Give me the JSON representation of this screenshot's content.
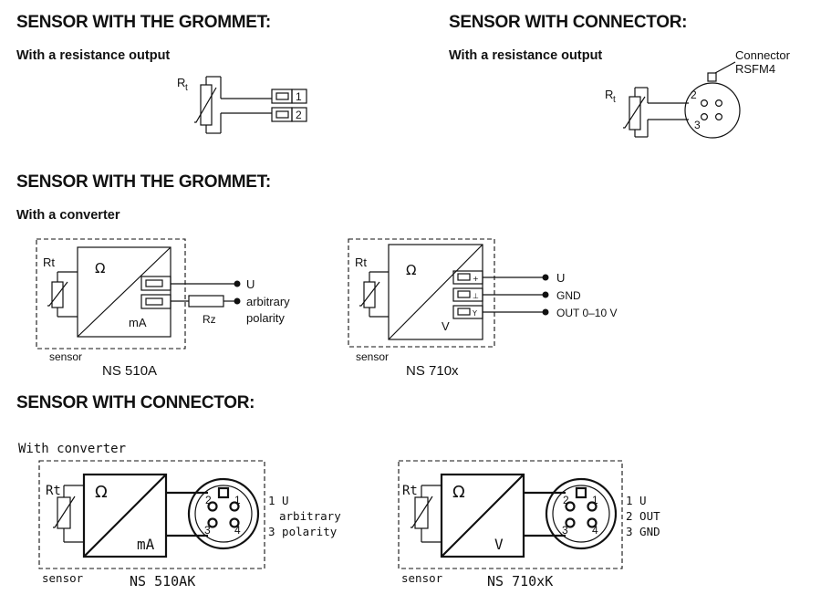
{
  "sections": {
    "s1": {
      "title": "SENSOR WITH THE GROMMET:",
      "subtitle": "With a resistance output"
    },
    "s2": {
      "title": "SENSOR WITH CONNECTOR:",
      "subtitle": "With a resistance output"
    },
    "s3": {
      "title": "SENSOR WITH THE GROMMET:",
      "subtitle": "With a converter"
    },
    "s4": {
      "title": "SENSOR WITH CONNECTOR:",
      "subtitle": "With converter"
    }
  },
  "labels": {
    "rt": "R",
    "rt_sub": "t",
    "rt_plain": "Rt",
    "rz": "Rz",
    "ohm": "Ω",
    "ma": "mA",
    "volt": "V",
    "sensor": "sensor",
    "connector": "Connector",
    "rsfm4": "RSFM4",
    "term1": "1",
    "term2": "2",
    "pin1": "1",
    "pin2": "2",
    "pin3": "3",
    "pin4": "4",
    "plus": "+",
    "gnd_sym": "⊥",
    "y_sym": "Y"
  },
  "ns510a": {
    "model": "NS 510A",
    "u": "U",
    "arb1": "arbitrary",
    "arb2": "polarity"
  },
  "ns710x": {
    "model": "NS 710x",
    "u": "U",
    "gnd": "GND",
    "out": "OUT 0–10 V"
  },
  "ns510ak": {
    "model": "NS 510AK",
    "l1": "1 U",
    "l2": "arbitrary",
    "l3": "3 polarity"
  },
  "ns710xk": {
    "model": "NS 710xK",
    "l1": "1 U",
    "l2": "2 OUT",
    "l3": "3 GND"
  }
}
